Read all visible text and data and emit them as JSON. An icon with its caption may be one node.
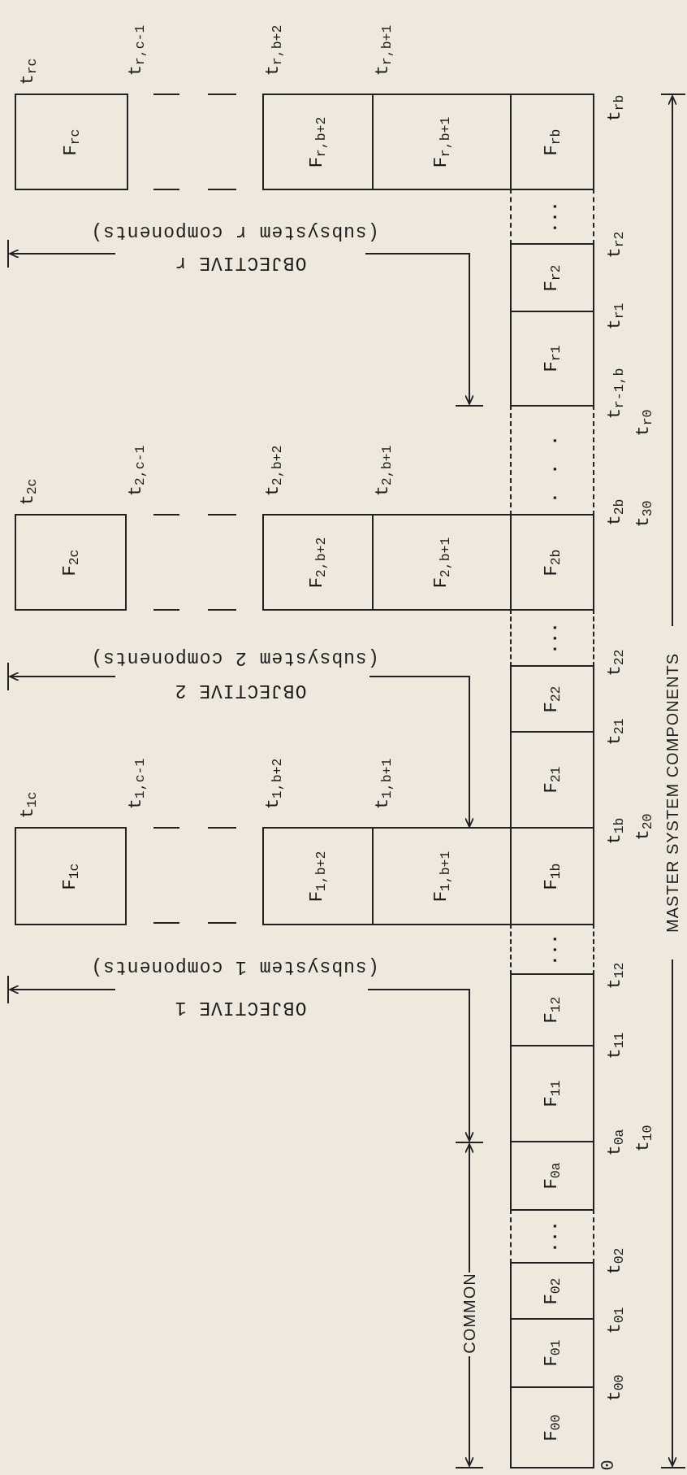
{
  "diagram": {
    "nodes": [
      {
        "text": [
          "F$_{00}$"
        ]
      },
      {
        "text": [
          "F$_{01}$"
        ]
      },
      {
        "text": [
          "F$_{02}$"
        ]
      },
      {
        "text": [
          "..."
        ]
      },
      {
        "text": [
          "F$_{0a}$"
        ]
      },
      {
        "text": [
          "F$_{11}$"
        ]
      },
      {
        "text": [
          "F$_{12}$"
        ]
      },
      {
        "text": [
          "..."
        ]
      },
      {
        "text": [
          "F$_{1b}$"
        ]
      },
      {
        "text": [
          "F$_{1,b+1}$"
        ]
      },
      {
        "text": [
          "F$_{1,b+2}$"
        ]
      },
      {
        "text": [
          "F$_{1c}$"
        ]
      },
      {
        "text": [
          "F$_{21}$"
        ]
      },
      {
        "text": [
          "F$_{22}$"
        ]
      },
      {
        "text": [
          "..."
        ]
      },
      {
        "text": [
          "F$_{2b}$"
        ]
      },
      {
        "text": [
          "F$_{2,b+1}$"
        ]
      },
      {
        "text": [
          "F$_{2,b+2}$"
        ]
      },
      {
        "text": [
          "F$_{2c}$"
        ]
      },
      {
        "text": [
          "..."
        ]
      },
      {
        "text": [
          "F$_{r1}$"
        ]
      },
      {
        "text": [
          "F$_{r2}$"
        ]
      },
      {
        "text": [
          "..."
        ]
      },
      {
        "text": [
          "F$_{rb}$"
        ]
      },
      {
        "text": [
          "F$_{r,b+1}$"
        ]
      },
      {
        "text": [
          "F$_{r,b+2}$"
        ]
      },
      {
        "text": [
          "F$_{rc}$"
        ]
      }
    ],
    "labels": [
      "t$_{rc}$",
      "t$_{r,c-1}$",
      "t$_{r,b+2}$",
      "t$_{r,b+1}$",
      "t$_{rb}$",
      "(subsystem r components)",
      "OBJECTIVE r",
      "t$_{r2}$",
      "t$_{r1}$",
      "t$_{r-1,b}$",
      "t$_{r0}$",
      "t$_{2c}$",
      "t$_{2,c-1}$",
      "t$_{2,b+2}$",
      "t$_{2,b+1}$",
      "t$_{2b}$",
      "t$_{30}$",
      "(subsystem 2 components)",
      "OBJECTIVE 2",
      "t$_{22}$",
      "t$_{21}$",
      "t$_{1c}$",
      "t$_{1,c-1}$",
      "t$_{1,b+2}$",
      "t$_{1,b+1}$",
      "t$_{1b}$",
      "t$_{20}$",
      "(subsystem 1 components)",
      "OBJECTIVE 1",
      "t$_{12}$",
      "t$_{11}$",
      "t$_{0a}$",
      "t$_{10}$",
      "t$_{02}$",
      "t$_{01}$",
      "t$_{00}$",
      "0",
      "COMMON",
      "MASTER SYSTEM COMPONENTS"
    ]
  }
}
